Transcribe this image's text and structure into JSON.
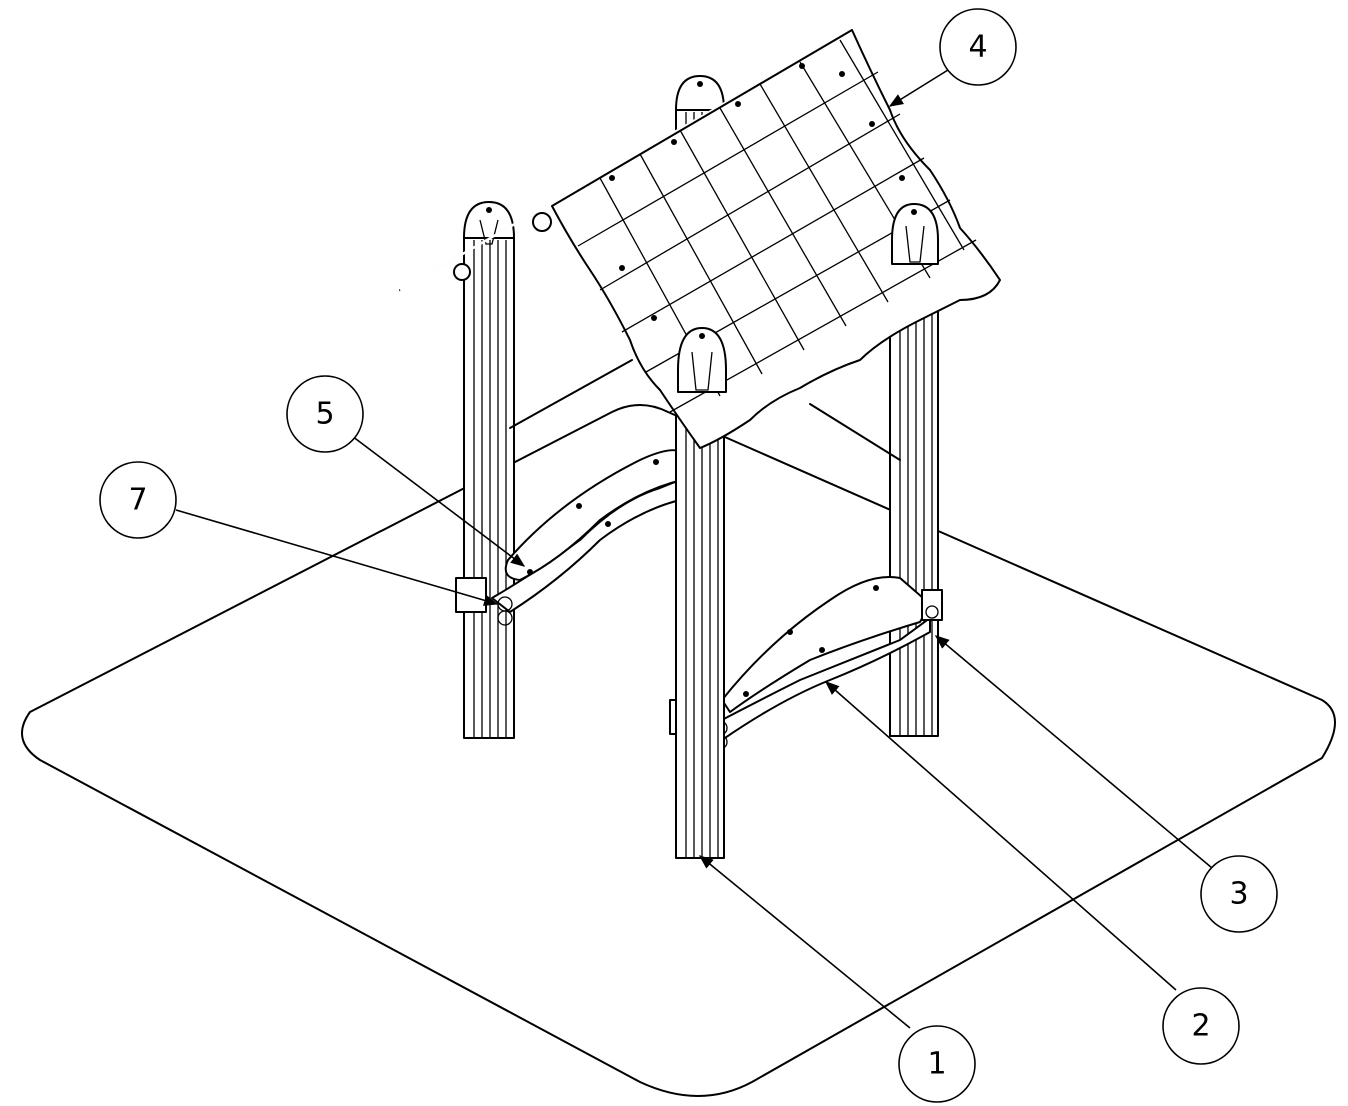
{
  "callouts": [
    {
      "id": "callout-1",
      "label": "1"
    },
    {
      "id": "callout-2",
      "label": "2"
    },
    {
      "id": "callout-3",
      "label": "3"
    },
    {
      "id": "callout-4",
      "label": "4"
    },
    {
      "id": "callout-5",
      "label": "5"
    },
    {
      "id": "callout-7",
      "label": "7"
    }
  ]
}
